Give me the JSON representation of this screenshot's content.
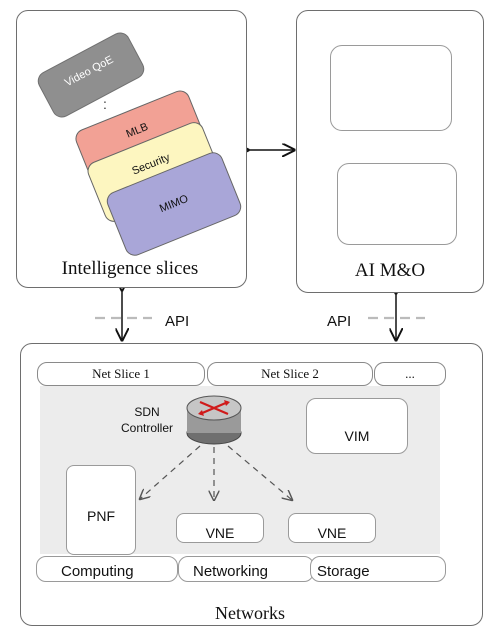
{
  "intelligence": {
    "title": "Intelligence slices",
    "slices": [
      "Video QoE",
      "MLB",
      "Security",
      "MIMO"
    ],
    "ellipsis": ":"
  },
  "aimo": {
    "title": "AI M&O"
  },
  "api_left": "API",
  "api_right": "API",
  "networks": {
    "title": "Networks",
    "net_slices": [
      "Net Slice 1",
      "Net Slice 2",
      "..."
    ],
    "sdn": "SDN\nController",
    "vim": "VIM",
    "pnf": "PNF",
    "vne1": "VNE",
    "vne2": "VNE",
    "resources": [
      "Computing",
      "Networking",
      "Storage"
    ]
  },
  "colors": {
    "video": "#8f8f8f",
    "mlb": "#f2a195",
    "security": "#fdf6c0",
    "mimo": "#a9a6d8",
    "network_bg": "#ececec"
  }
}
